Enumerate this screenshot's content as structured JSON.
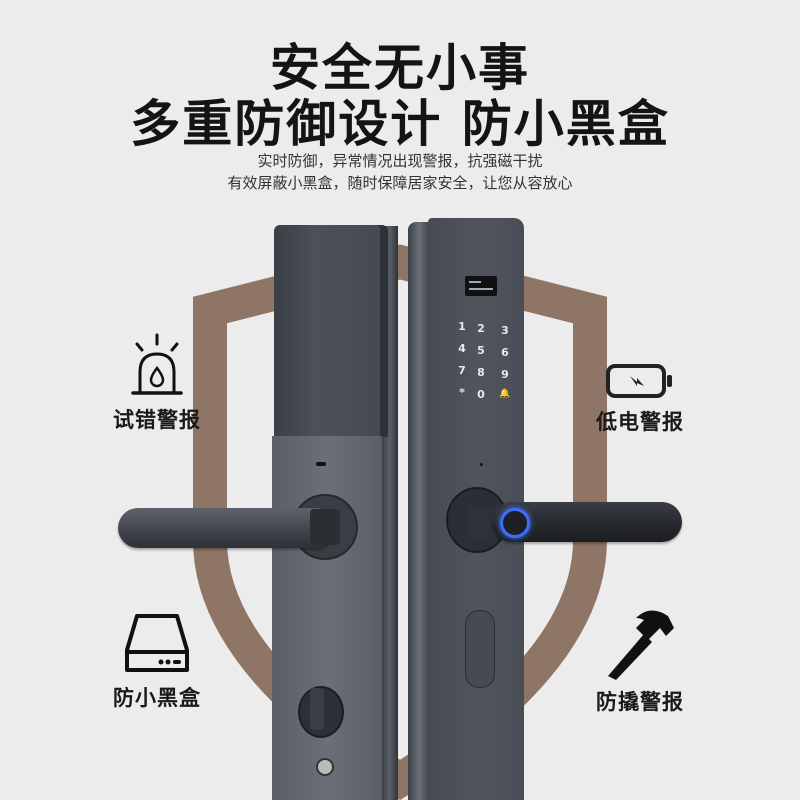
{
  "header": {
    "title_line1": "安全无小事",
    "title_line2": "多重防御设计 防小黑盒",
    "subtitle_line1": "实时防御，异常情况出现警报，抗强磁干扰",
    "subtitle_line2": "有效屏蔽小黑盒，随时保障居家安全，让您从容放心"
  },
  "features": [
    {
      "label": "试错警报",
      "icon": "siren-icon"
    },
    {
      "label": "低电警报",
      "icon": "low-battery-icon"
    },
    {
      "label": "防小黑盒",
      "icon": "black-box-icon"
    },
    {
      "label": "防撬警报",
      "icon": "hammer-icon"
    }
  ],
  "keypad": [
    "1",
    "2",
    "3",
    "4",
    "5",
    "6",
    "7",
    "8",
    "9",
    "*",
    "0",
    "🔔"
  ],
  "colors": {
    "background": "#ececec",
    "shield": "#8f7565",
    "fingerprint_ring": "#3b6dff",
    "lock_body": "#4c5058"
  }
}
